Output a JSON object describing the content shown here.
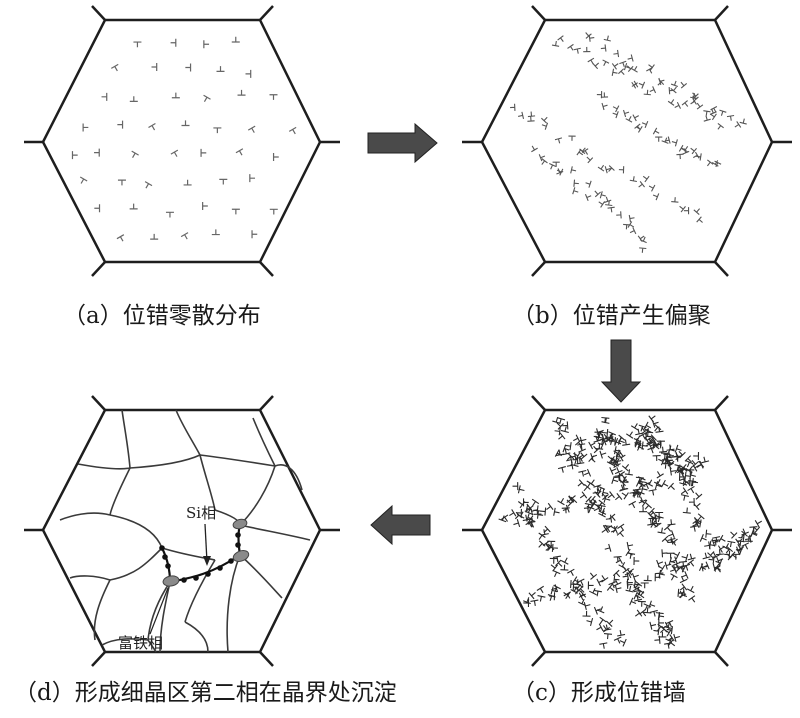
{
  "panels": {
    "a": {
      "caption": "（a）位错零散分布"
    },
    "b": {
      "caption": "（b）位错产生偏聚"
    },
    "c": {
      "caption": "（c）形成位错墙"
    },
    "d": {
      "caption": "（d）形成细晶区第二相在晶界处沉淀",
      "si_label": "Si相",
      "fe_label": "富铁相"
    }
  },
  "colors": {
    "line": "#1e1e1e",
    "arrow": "#4a4a4a",
    "grain": "#3a3a3a",
    "dislocation": "#555555",
    "particle": "#8a8a8a"
  }
}
